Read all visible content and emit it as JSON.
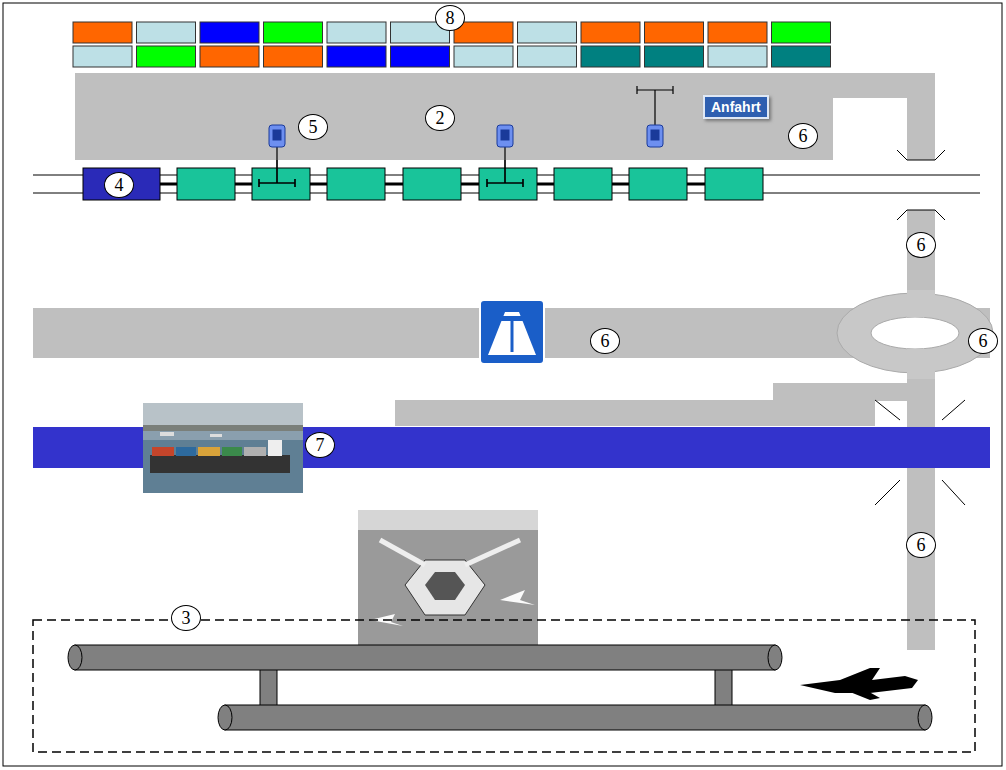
{
  "diagram": {
    "nodes": [
      {
        "text": [
          "Anfahrt"
        ]
      }
    ],
    "labels": [
      "8",
      "2",
      "5",
      "6",
      "4",
      "6",
      "6",
      "6",
      "7",
      "6",
      "3"
    ]
  }
}
